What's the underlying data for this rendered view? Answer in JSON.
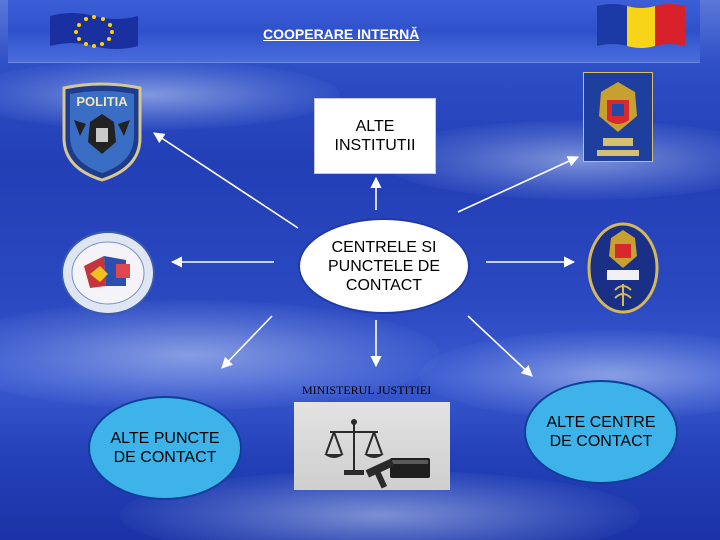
{
  "slide": {
    "title": "COOPERARE INTERNĂ",
    "flags": {
      "left": "eu-flag",
      "right": "romania-flag"
    }
  },
  "nodes": {
    "alte_institutii": "ALTE\nINSTITUTII",
    "centrele": "CENTRELE SI\nPUNCTELE DE\nCONTACT",
    "alte_puncte": "ALTE PUNCTE\nDE CONTACT",
    "alte_centre": "ALTE CENTRE\nDE CONTACT",
    "ministerul_label": "MINISTERUL JUSTITIEI"
  },
  "emblems": {
    "politia_text": "POLITIA"
  },
  "colors": {
    "background": "#2a48c0",
    "ellipse_fill": "#3db3ea",
    "ellipse_border": "#0d3f9a",
    "arrow": "#ffffff"
  }
}
